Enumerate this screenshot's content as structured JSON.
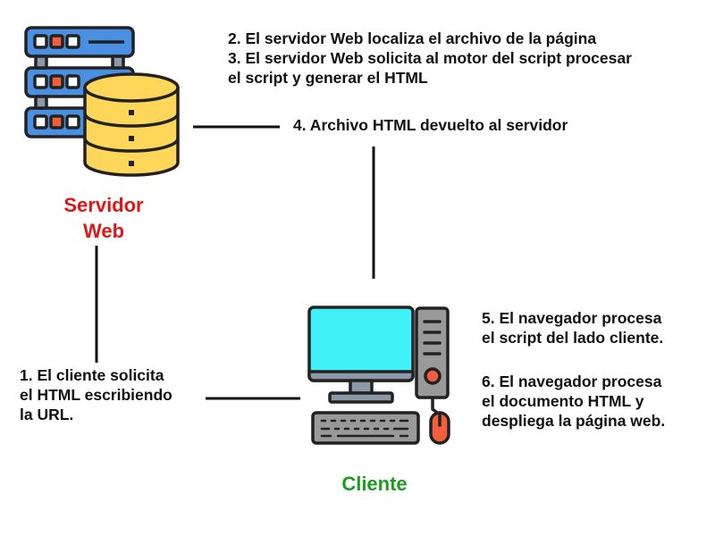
{
  "diagram": {
    "server_label": [
      "Servidor",
      "Web"
    ],
    "client_label": "Cliente",
    "steps": {
      "step2_3": [
        "2. El servidor Web localiza el archivo de la página",
        "3. El servidor Web solicita al motor del script procesar",
        "el script y generar el HTML"
      ],
      "step4": "4. Archivo HTML devuelto al servidor",
      "step1": [
        "1. El cliente solicita",
        "el HTML escribiendo",
        "la URL."
      ],
      "step5": [
        "5. El navegador procesa",
        "el script del lado cliente."
      ],
      "step6": [
        "6. El navegador procesa",
        "el documento HTML y",
        "despliega la página web."
      ]
    }
  },
  "icons": {
    "server": "server-database-icon",
    "client": "desktop-computer-icon"
  },
  "colors": {
    "server_label": "#e01515",
    "client_label": "#1e9c1e",
    "text": "#111111",
    "line": "#111111",
    "rack": "#4a90e2",
    "database": "#fed659",
    "screen": "#3ff1f7",
    "outline": "#222222",
    "tower": "#777777",
    "mouse": "#f25f3c"
  }
}
